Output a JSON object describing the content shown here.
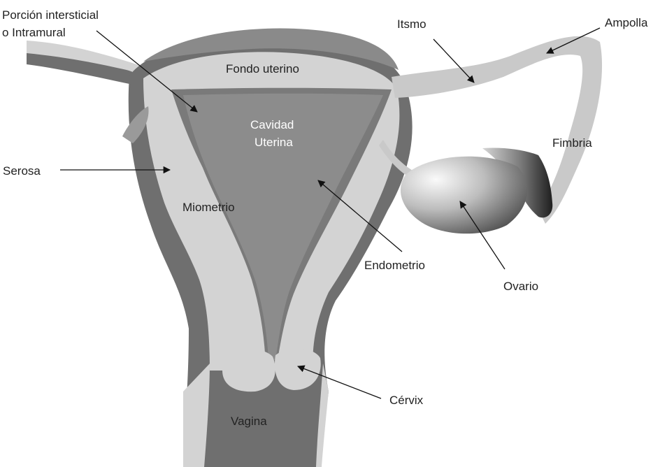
{
  "diagram": {
    "labels": {
      "interstitial_line1": "Porción intersticial",
      "interstitial_line2": "o Intramural",
      "isthmus": "Itsmo",
      "ampulla": "Ampolla",
      "fundus": "Fondo uterino",
      "cavity_line1": "Cavidad",
      "cavity_line2": "Uterina",
      "fimbria": "Fimbria",
      "serosa": "Serosa",
      "myometrium": "Miometrio",
      "endometrium": "Endometrio",
      "ovary": "Ovario",
      "cervix": "Cérvix",
      "vagina": "Vagina"
    },
    "colors": {
      "serosa_dark": "#6f6f6f",
      "myometrium_light": "#d3d3d3",
      "endometrium_line": "#7a7a7a",
      "cavity": "#8c8c8c",
      "ovary_dark": "#444444",
      "label_text": "#222222",
      "label_inverse": "#ffffff",
      "arrow": "#111111"
    }
  }
}
